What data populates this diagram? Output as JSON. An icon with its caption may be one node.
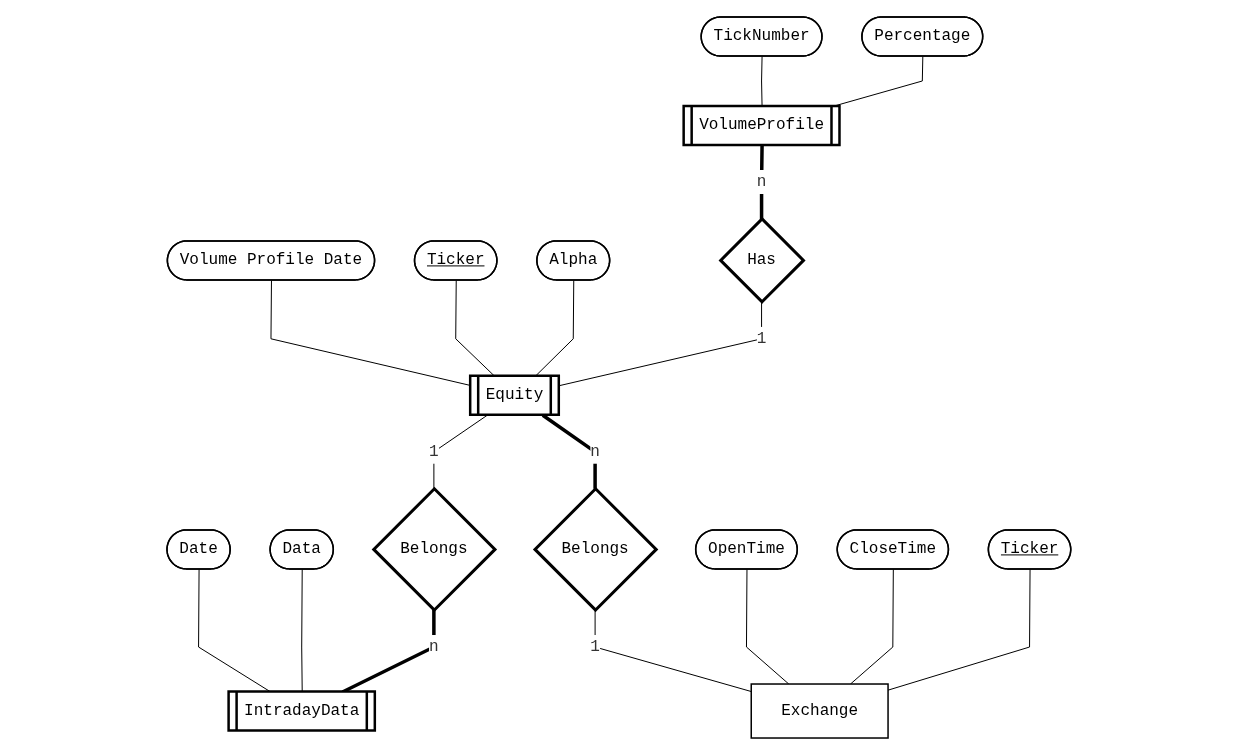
{
  "diagram": {
    "nodes": [
      {
        "text": [
          "Volume Profile Date"
        ]
      },
      {
        "text": [
          "TickNumber"
        ]
      },
      {
        "text": [
          "Ticker"
        ]
      },
      {
        "text": [
          "Alpha"
        ]
      },
      {
        "text": [
          "Date"
        ]
      },
      {
        "text": [
          "VolumeProfile"
        ]
      },
      {
        "text": [
          "Has"
        ]
      },
      {
        "text": [
          "Equity"
        ]
      },
      {
        "text": [
          "Belongs"
        ]
      },
      {
        "text": [
          "IntradayData"
        ]
      },
      {
        "text": [
          "Percentage"
        ]
      },
      {
        "text": [
          "Data"
        ]
      },
      {
        "text": [
          "Belongs"
        ]
      },
      {
        "text": [
          "OpenTime"
        ]
      },
      {
        "text": [
          "Exchange"
        ]
      },
      {
        "text": [
          "CloseTime"
        ]
      },
      {
        "text": [
          "Ticker"
        ]
      }
    ],
    "edges": [
      {
        "from": 0,
        "to": 7,
        "arrow": "none"
      },
      {
        "from": 2,
        "to": 7,
        "arrow": "none"
      },
      {
        "from": 3,
        "to": 7,
        "arrow": "none"
      },
      {
        "from": 1,
        "to": 5,
        "arrow": "none"
      },
      {
        "from": 10,
        "to": 5,
        "arrow": "none"
      },
      {
        "from": 4,
        "to": 9,
        "arrow": "none"
      },
      {
        "from": 11,
        "to": 9,
        "arrow": "none"
      },
      {
        "from": 5,
        "to": 6,
        "arrow": "none",
        "label": "n",
        "style": "thick"
      },
      {
        "from": 6,
        "to": 7,
        "arrow": "none",
        "label": "1"
      },
      {
        "from": 7,
        "to": 8,
        "arrow": "none",
        "label": "1"
      },
      {
        "from": 8,
        "to": 9,
        "arrow": "none",
        "label": "n",
        "style": "thick"
      },
      {
        "from": 7,
        "to": 12,
        "arrow": "none",
        "label": "n",
        "style": "thick"
      },
      {
        "from": 12,
        "to": 14,
        "arrow": "none",
        "label": "1"
      },
      {
        "from": 13,
        "to": 14,
        "arrow": "none"
      },
      {
        "from": 15,
        "to": 14,
        "arrow": "none"
      },
      {
        "from": 16,
        "to": 14,
        "arrow": "none"
      }
    ]
  }
}
